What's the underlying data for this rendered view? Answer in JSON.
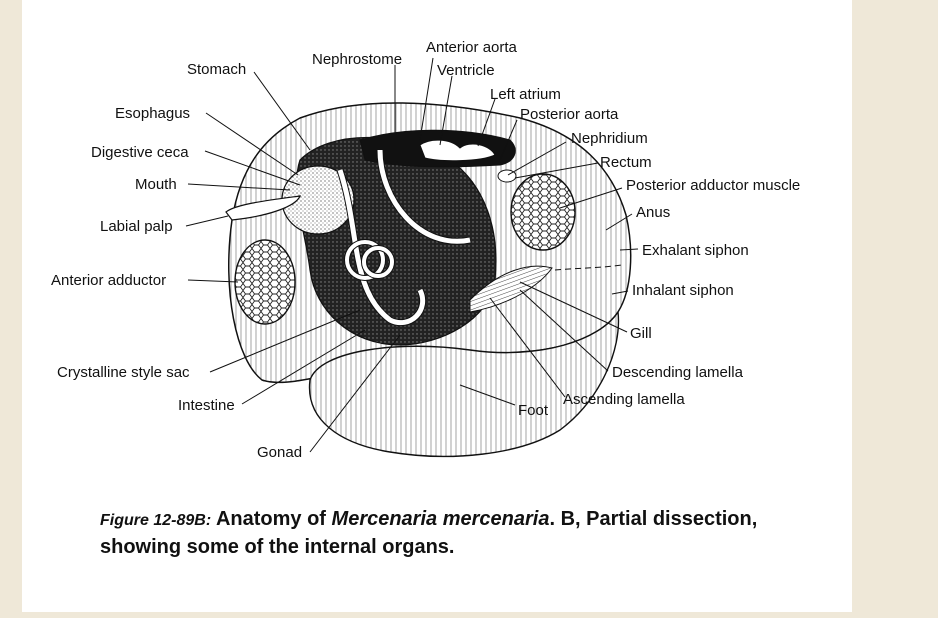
{
  "figure": {
    "labels": {
      "stomach": "Stomach",
      "nephrostome": "Nephrostome",
      "anterior_aorta": "Anterior aorta",
      "ventricle": "Ventricle",
      "left_atrium": "Left atrium",
      "posterior_aorta": "Posterior aorta",
      "nephridium": "Nephridium",
      "rectum": "Rectum",
      "posterior_adductor_muscle": "Posterior adductor muscle",
      "anus": "Anus",
      "exhalant_siphon": "Exhalant siphon",
      "inhalant_siphon": "Inhalant siphon",
      "gill": "Gill",
      "descending_lamella": "Descending lamella",
      "ascending_lamella": "Ascending lamella",
      "foot": "Foot",
      "gonad": "Gonad",
      "intestine": "Intestine",
      "crystalline_style_sac": "Crystalline style sac",
      "anterior_adductor": "Anterior adductor",
      "labial_palp": "Labial palp",
      "mouth": "Mouth",
      "digestive_ceca": "Digestive ceca",
      "esophagus": "Esophagus"
    }
  },
  "caption": {
    "prefix": "Figure 12-89B:",
    "text_before": "Anatomy of",
    "species": "Mercenaria mercenaria",
    "text_after": ". B, Partial dissection, showing some of the internal organs."
  }
}
